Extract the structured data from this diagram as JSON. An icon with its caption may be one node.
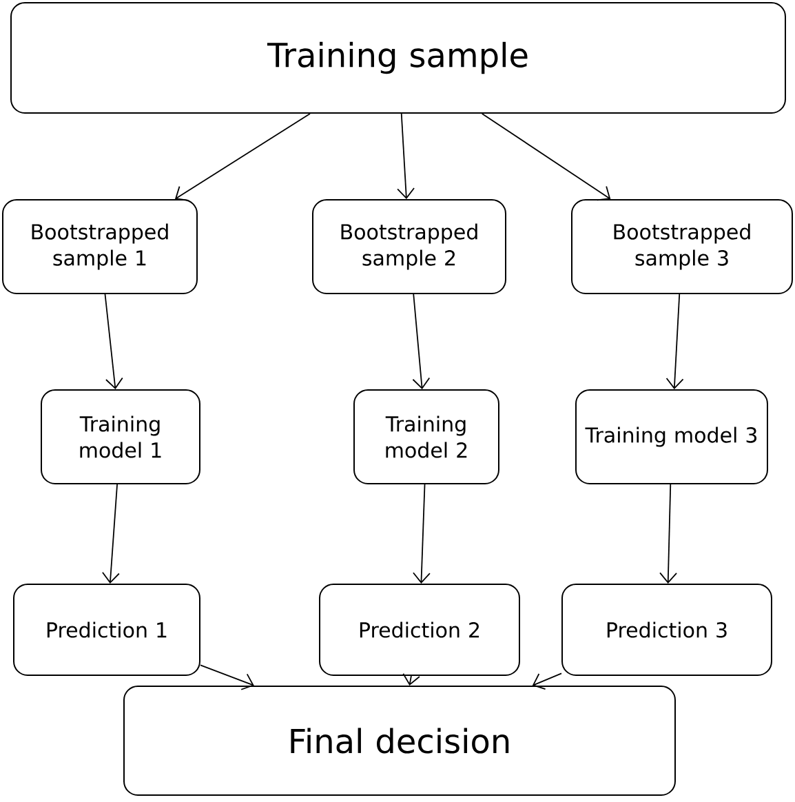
{
  "diagram": {
    "nodes": [
      {
        "text": [
          "Training sample"
        ]
      },
      {
        "text": [
          "Bootstrapped sample 1"
        ]
      },
      {
        "text": [
          "Bootstrapped sample 2"
        ]
      },
      {
        "text": [
          "Bootstrapped sample 3"
        ]
      },
      {
        "text": [
          "Training model 1"
        ]
      },
      {
        "text": [
          "Training model 2"
        ]
      },
      {
        "text": [
          "Training model 3"
        ]
      },
      {
        "text": [
          "Prediction 1"
        ]
      },
      {
        "text": [
          "Prediction 2"
        ]
      },
      {
        "text": [
          "Prediction 3"
        ]
      },
      {
        "text": [
          "Final decision"
        ]
      }
    ],
    "edges": [
      {
        "from": 0,
        "to": 1,
        "arrow": "to"
      },
      {
        "from": 0,
        "to": 2,
        "arrow": "to"
      },
      {
        "from": 0,
        "to": 3,
        "arrow": "to"
      },
      {
        "from": 1,
        "to": 4,
        "arrow": "to"
      },
      {
        "from": 2,
        "to": 5,
        "arrow": "to"
      },
      {
        "from": 3,
        "to": 6,
        "arrow": "to"
      },
      {
        "from": 4,
        "to": 7,
        "arrow": "to"
      },
      {
        "from": 5,
        "to": 8,
        "arrow": "to"
      },
      {
        "from": 6,
        "to": 9,
        "arrow": "to"
      },
      {
        "from": 7,
        "to": 10,
        "arrow": "to"
      },
      {
        "from": 8,
        "to": 10,
        "arrow": "to"
      },
      {
        "from": 9,
        "to": 10,
        "arrow": "to"
      }
    ]
  }
}
